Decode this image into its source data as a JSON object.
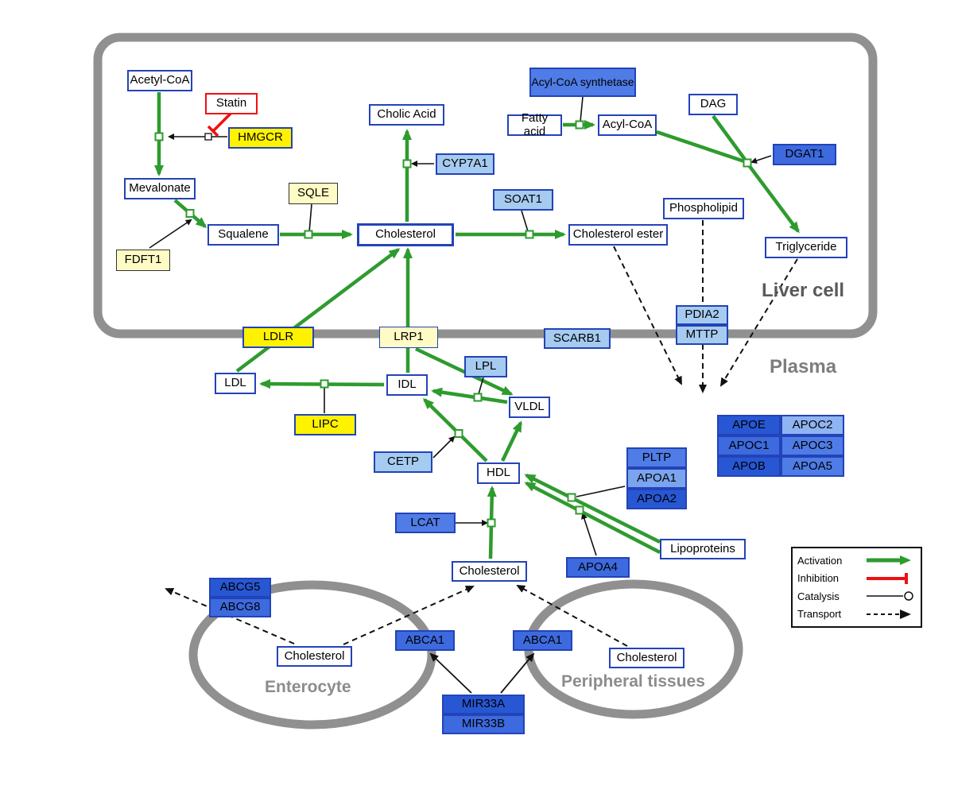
{
  "regions": {
    "liver_cell": "Liver cell",
    "plasma": "Plasma",
    "enterocyte": "Enterocyte",
    "peripheral_tissues": "Peripheral tissues"
  },
  "nodes": {
    "acetyl_coa": "Acetyl-CoA",
    "statin": "Statin",
    "hmgcr": "HMGCR",
    "mevalonate": "Mevalonate",
    "cholic_acid": "Cholic Acid",
    "cyp7a1": "CYP7A1",
    "sqle": "SQLE",
    "fdft1": "FDFT1",
    "squalene": "Squalene",
    "cholesterol_liver": "Cholesterol",
    "soat1": "SOAT1",
    "cholesterol_ester": "Cholesterol ester",
    "acyl_coa_synthetase": "Acyl-CoA synthetase",
    "fatty_acid": "Fatty acid",
    "acyl_coa": "Acyl-CoA",
    "dag": "DAG",
    "dgat1": "DGAT1",
    "phospholipid": "Phospholipid",
    "triglyceride": "Triglyceride",
    "pdia2": "PDIA2",
    "mttp": "MTTP",
    "ldlr": "LDLR",
    "lrp1": "LRP1",
    "scarb1": "SCARB1",
    "ldl": "LDL",
    "idl": "IDL",
    "lpl": "LPL",
    "vldl": "VLDL",
    "lipc": "LIPC",
    "cetp": "CETP",
    "hdl": "HDL",
    "pltp": "PLTP",
    "apoa1": "APOA1",
    "apoa2": "APOA2",
    "lcat": "LCAT",
    "apoa4": "APOA4",
    "lipoproteins": "Lipoproteins",
    "apoe": "APOE",
    "apoc2": "APOC2",
    "apoc1": "APOC1",
    "apoc3": "APOC3",
    "apob": "APOB",
    "apoa5": "APOA5",
    "cholesterol_plasma": "Cholesterol",
    "abcg5": "ABCG5",
    "abcg8": "ABCG8",
    "cholesterol_enterocyte": "Cholesterol",
    "abca1_left": "ABCA1",
    "abca1_right": "ABCA1",
    "cholesterol_peripheral": "Cholesterol",
    "mir33a": "MIR33A",
    "mir33b": "MIR33B"
  },
  "legend": {
    "activation": "Activation",
    "inhibition": "Inhibition",
    "catalysis": "Catalysis",
    "transport": "Transport"
  },
  "colors": {
    "activation_green": "#2e9b2e",
    "inhibition_red": "#ee1111",
    "membrane_gray": "#909090",
    "border_blue": "#2343b8",
    "node_yellow": "#fff200",
    "node_pale_yellow": "#fffbc4",
    "node_light_blue": "#a6cbf0",
    "node_medium_blue": "#4f7ce6",
    "node_dark_blue": "#2857d4"
  }
}
